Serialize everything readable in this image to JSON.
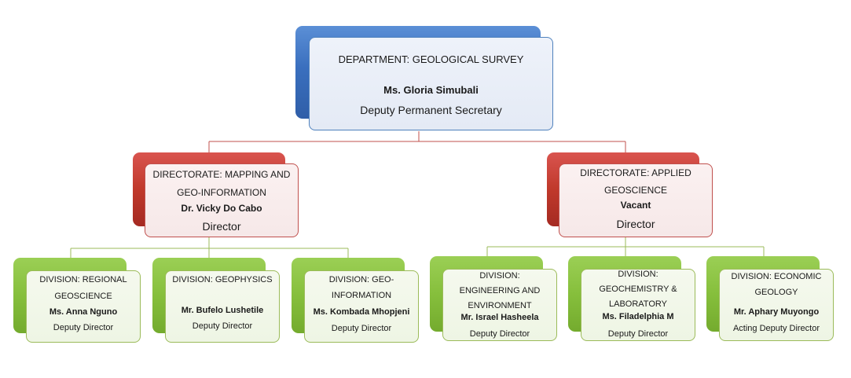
{
  "department": {
    "title": "DEPARTMENT: GEOLOGICAL SURVEY",
    "name": "Ms. Gloria Simubali",
    "role": "Deputy Permanent Secretary"
  },
  "directorates": [
    {
      "title_line1": "DIRECTORATE: MAPPING AND",
      "title_line2": "GEO-INFORMATION",
      "name": "Dr. Vicky Do Cabo",
      "role": "Director"
    },
    {
      "title_line1": "DIRECTORATE: APPLIED",
      "title_line2": "GEOSCIENCE",
      "name": "Vacant",
      "role": "Director"
    }
  ],
  "divisions": [
    {
      "title_line1": "DIVISION: REGIONAL",
      "title_line2": "GEOSCIENCE",
      "name": "Ms. Anna Nguno",
      "role": "Deputy Director"
    },
    {
      "title_line1": "DIVISION: GEOPHYSICS",
      "title_line2": "",
      "name": "Mr. Bufelo Lushetile",
      "role": "Deputy Director"
    },
    {
      "title_line1": "DIVISION: GEO-",
      "title_line2": "INFORMATION",
      "name": "Ms. Kombada Mhopjeni",
      "role": "Deputy Director"
    },
    {
      "title_line1": "DIVISION:",
      "title_line2": "ENGINEERING AND",
      "title_line3": "ENVIRONMENT",
      "name": "Mr. Israel Hasheela",
      "role": "Deputy Director"
    },
    {
      "title_line1": "DIVISION:",
      "title_line2": "GEOCHEMISTRY &",
      "title_line3": "LABORATORY",
      "name": "Ms. Filadelphia M",
      "role": "Deputy Director"
    },
    {
      "title_line1": "DIVISION: ECONOMIC",
      "title_line2": "GEOLOGY",
      "name": "Mr. Aphary Muyongo",
      "role": "Acting Deputy Director"
    }
  ],
  "colors": {
    "department": "#3a6fbe",
    "directorate": "#c0392b",
    "division": "#86bf3c",
    "connector_red": "#c0504d",
    "connector_green": "#9bbb59"
  }
}
